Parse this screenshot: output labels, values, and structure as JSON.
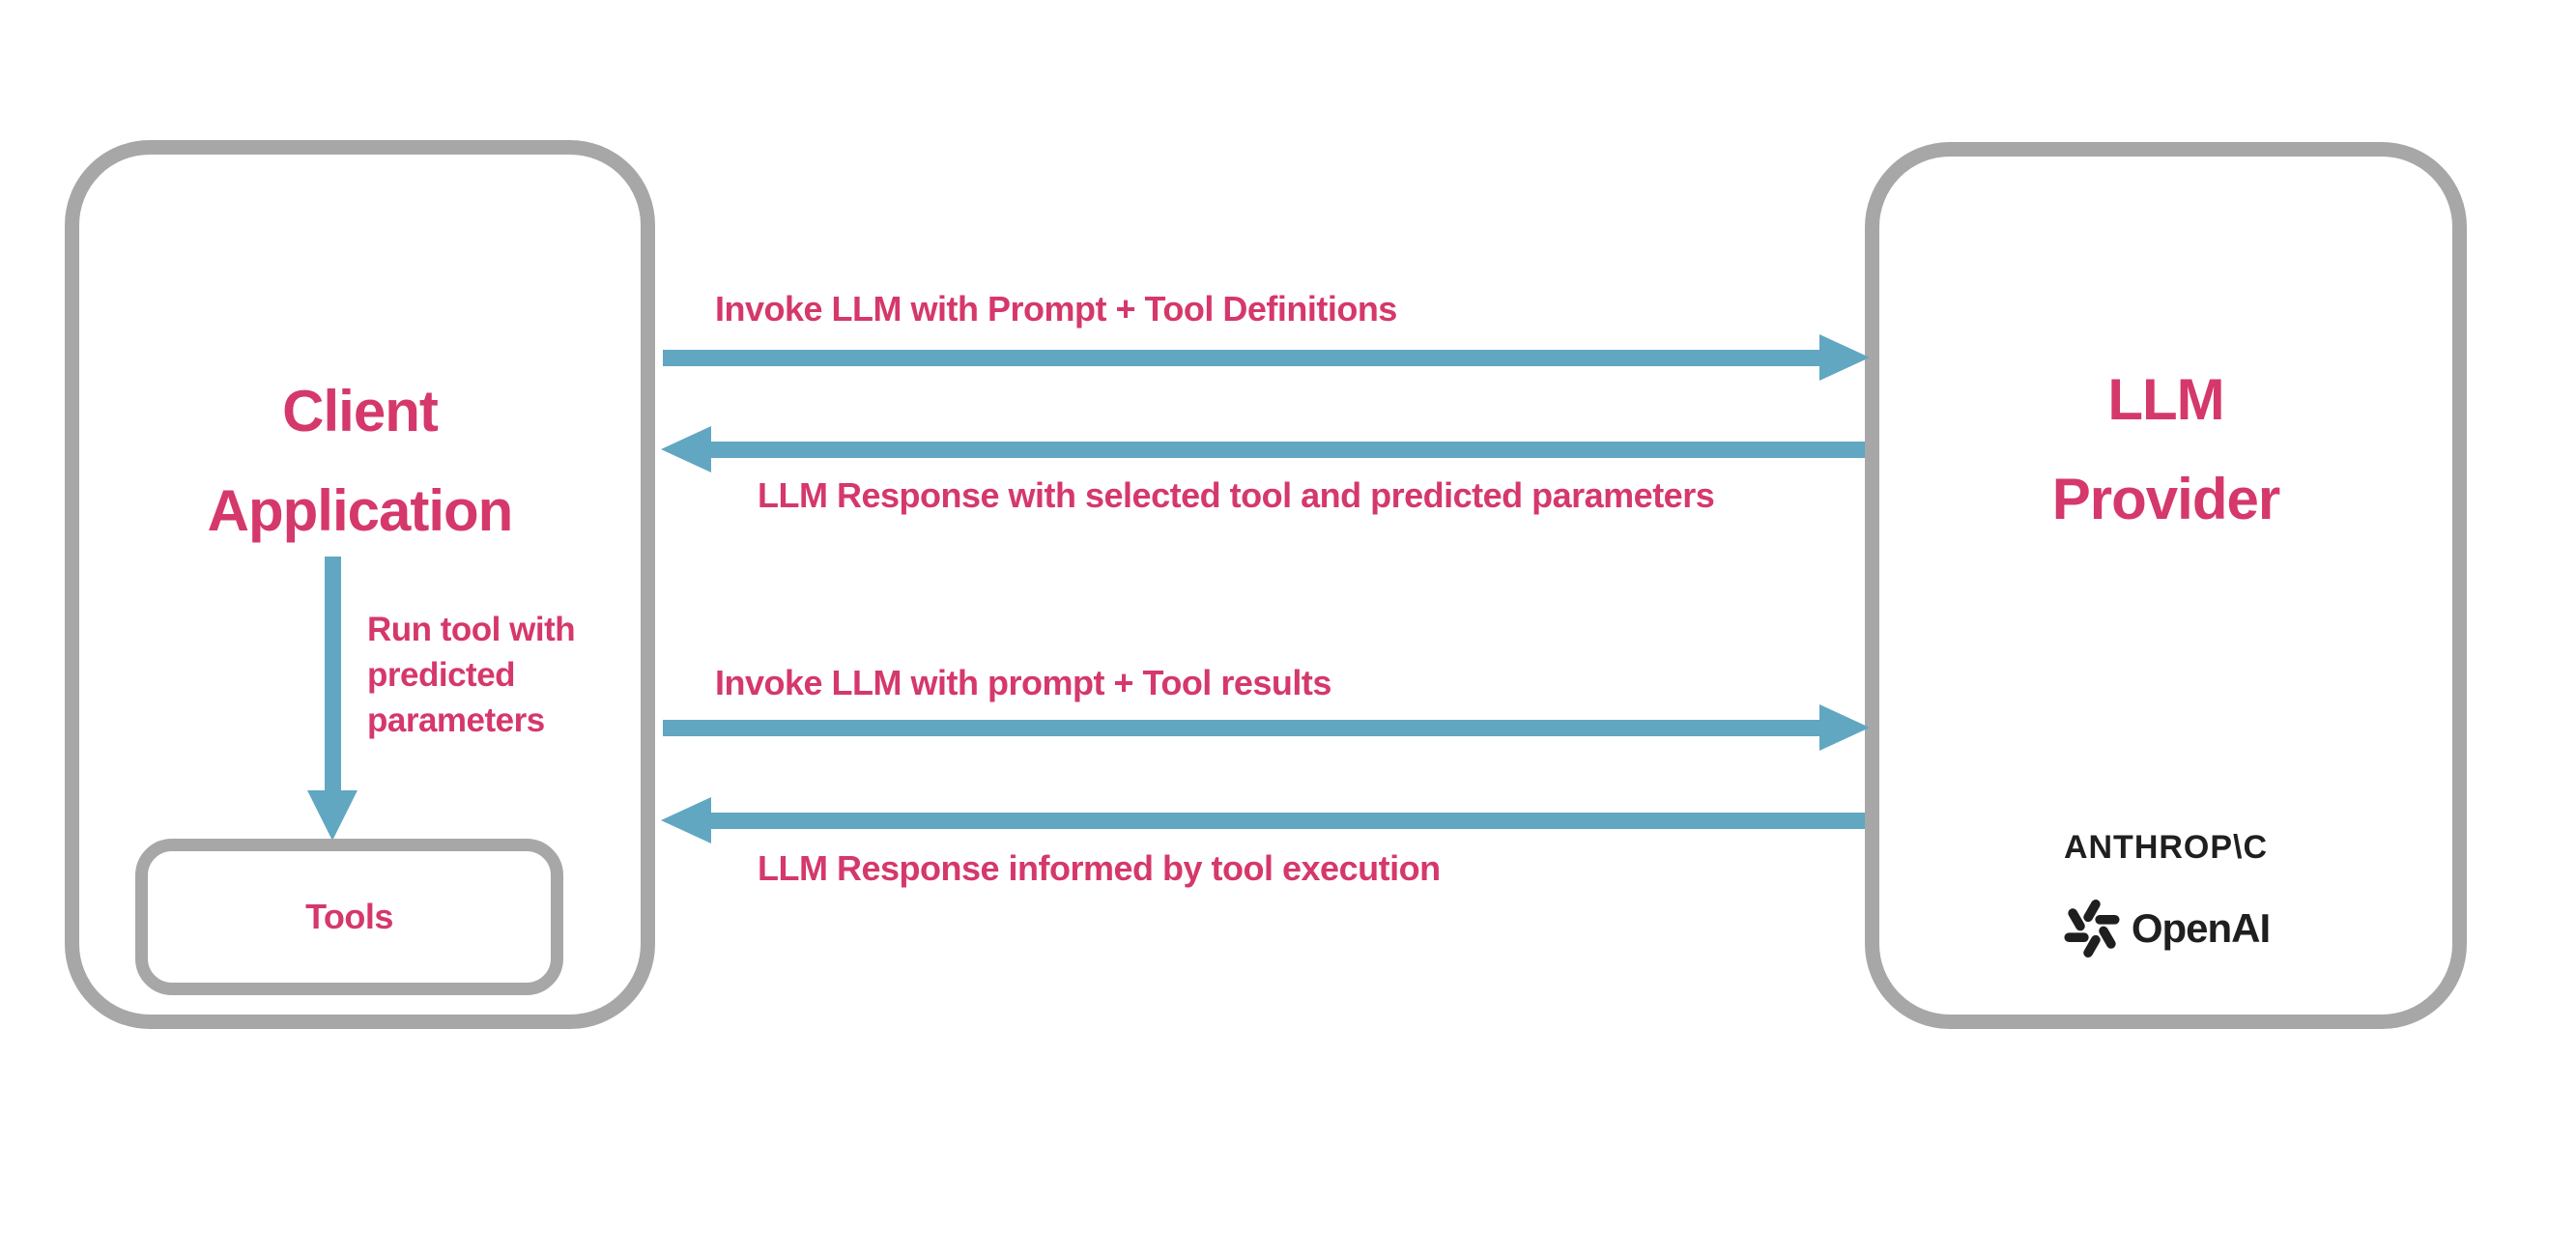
{
  "diagram": {
    "client_box": {
      "title_line1": "Client",
      "title_line2": "Application",
      "tools_label": "Tools",
      "run_tool_label": "Run tool with predicted parameters"
    },
    "provider_box": {
      "title_line1": "LLM",
      "title_line2": "Provider",
      "anthropic_wordmark": "ANTHROP\\C",
      "openai_wordmark": "OpenAI"
    },
    "arrows": [
      {
        "direction": "left-to-right",
        "label": "Invoke LLM with Prompt + Tool Definitions"
      },
      {
        "direction": "right-to-left",
        "label": "LLM Response with selected tool and predicted parameters"
      },
      {
        "direction": "left-to-right",
        "label": "Invoke LLM with prompt + Tool results"
      },
      {
        "direction": "right-to-left",
        "label": "LLM Response informed by tool execution"
      },
      {
        "direction": "top-to-bottom",
        "label": "Run tool with predicted parameters"
      }
    ],
    "colors": {
      "accent_pink": "#d5386b",
      "arrow_blue": "#61a7c2",
      "border_gray": "#a7a7a7",
      "logo_black": "#1f1f1f"
    }
  }
}
